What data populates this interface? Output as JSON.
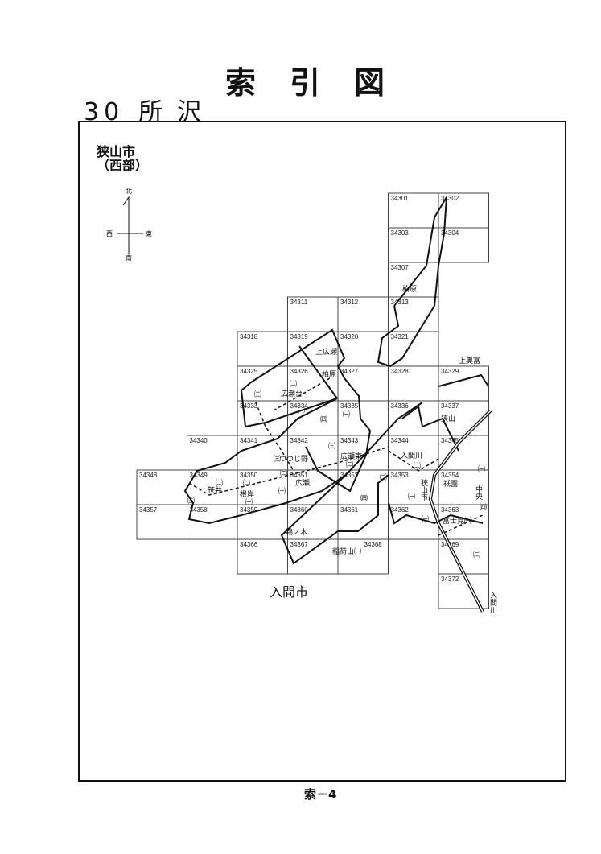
{
  "header": {
    "title": "索引図",
    "number": "30",
    "area": "所沢"
  },
  "map": {
    "city_label": [
      "狭山市",
      "（西部）"
    ],
    "compass": {
      "north": "北",
      "south": "南",
      "east": "東",
      "west": "西"
    },
    "neighbor_label": "入間市",
    "grid_rows": [
      [
        null,
        null,
        null,
        null,
        null,
        "34301",
        "34302"
      ],
      [
        null,
        null,
        null,
        null,
        null,
        "34303",
        "34304"
      ],
      [
        null,
        null,
        null,
        null,
        null,
        "34307",
        null
      ],
      [
        null,
        null,
        null,
        "34311",
        "34312",
        "34313",
        null
      ],
      [
        null,
        null,
        "34318",
        "34319",
        "34320",
        "34321",
        null
      ],
      [
        null,
        null,
        "34325",
        "34326",
        "34327",
        "34328",
        "34329"
      ],
      [
        null,
        null,
        "34333",
        "34334",
        "34335",
        "34336",
        "34337"
      ],
      [
        null,
        "34340",
        "34341",
        "34342",
        "34343",
        "34344",
        "34345"
      ],
      [
        "34348",
        "34349",
        "34350",
        "34351",
        "34352",
        "34353",
        "34354"
      ],
      [
        "34357",
        "34358",
        "34359",
        "34360",
        "34361",
        "34362",
        "34363"
      ],
      [
        null,
        null,
        "34366",
        "34367",
        "34368",
        null,
        "34369"
      ],
      [
        null,
        null,
        null,
        null,
        null,
        null,
        "34372"
      ]
    ],
    "places": [
      "柏原",
      "上広瀬",
      "柏原",
      "広瀬台",
      "㈡",
      "㈢",
      "㈠",
      "㈣",
      "㈠",
      "上奥富",
      "狭山",
      "つつじ野",
      "㈢",
      "㈢",
      "広瀬東",
      "㈡",
      "入間川",
      "㈡",
      "笹井",
      "㈡",
      "㈢",
      "根岸",
      "㈡",
      "㈠",
      "㈡",
      "広瀬",
      "㈠",
      "㈢",
      "㈣",
      "狭山市",
      "㈠",
      "祇園",
      "㈠",
      "中央",
      "㈣",
      "㈠",
      "鵜ノ木",
      "稲荷山㈠",
      "富士見㈠",
      "㈡",
      "入間川"
    ]
  },
  "footer": {
    "page": "索－4"
  }
}
